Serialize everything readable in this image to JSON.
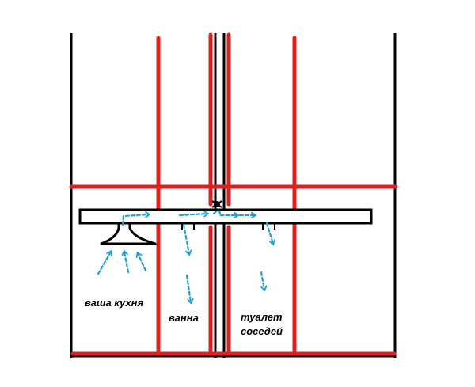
{
  "colors": {
    "wall_black": "#000000",
    "wall_red": "#e02020",
    "airflow_blue": "#1e9fd8",
    "background": "#ffffff"
  },
  "labels": {
    "kitchen": "ваша кухня",
    "bath": "ванна",
    "toilet_line1": "туалет",
    "toilet_line2": "соседей"
  },
  "icons": {
    "hood": "kitchen-hood-icon",
    "fan": "exhaust-fan-icon",
    "arrows": "airflow-arrow-icon"
  }
}
